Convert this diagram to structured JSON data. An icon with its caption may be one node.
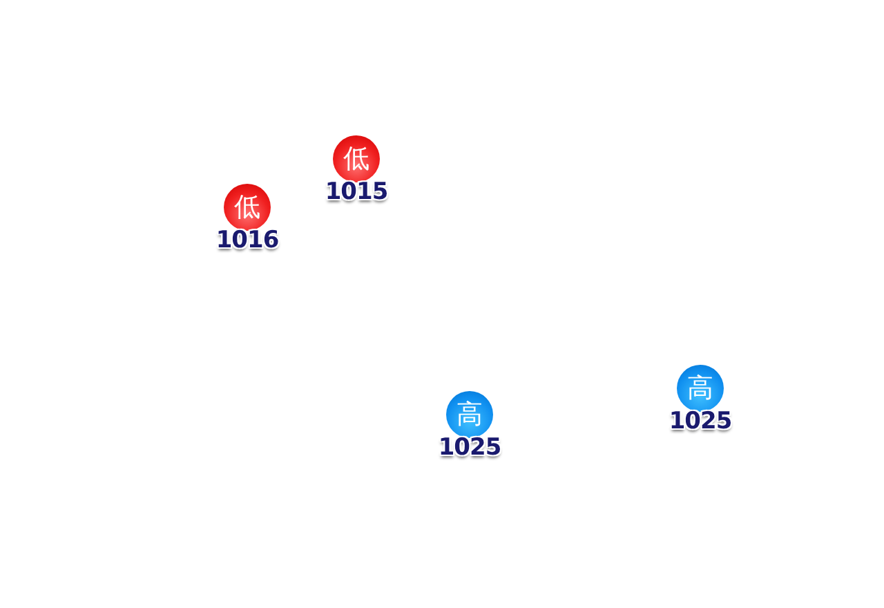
{
  "diagram": {
    "nodes": [
      {
        "text": [
          "低"
        ],
        "beside": [
          "1015"
        ]
      },
      {
        "text": [
          "低"
        ],
        "beside": [
          "1016"
        ]
      },
      {
        "text": [
          "高"
        ],
        "beside": [
          "1025"
        ]
      },
      {
        "text": [
          "高"
        ],
        "beside": [
          "1025"
        ]
      }
    ]
  }
}
